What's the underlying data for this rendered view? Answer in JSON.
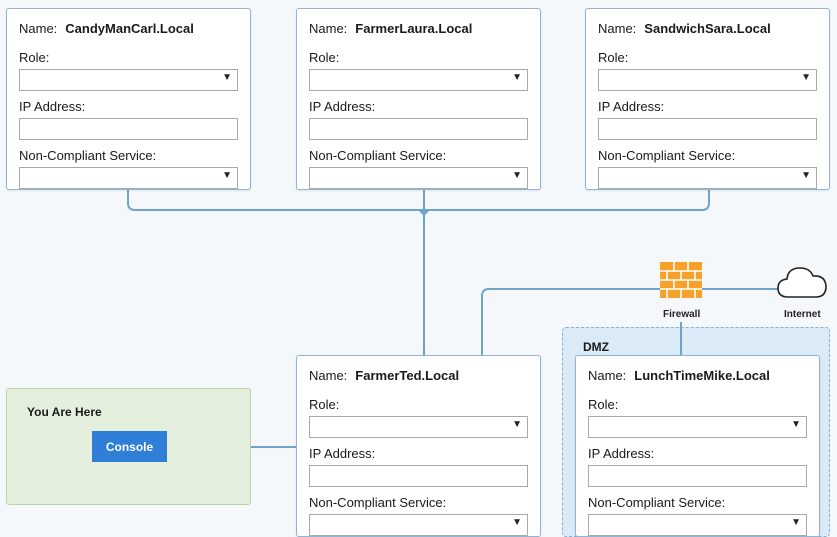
{
  "labels": {
    "name": "Name:",
    "role": "Role:",
    "ip": "IP Address:",
    "service": "Non-Compliant Service:"
  },
  "hosts": [
    {
      "name": "CandyManCarl.Local",
      "role": "",
      "ip": "",
      "service": ""
    },
    {
      "name": "FarmerLaura.Local",
      "role": "",
      "ip": "",
      "service": ""
    },
    {
      "name": "SandwichSara.Local",
      "role": "",
      "ip": "",
      "service": ""
    },
    {
      "name": "FarmerTed.Local",
      "role": "",
      "ip": "",
      "service": ""
    },
    {
      "name": "LunchTimeMike.Local",
      "role": "",
      "ip": "",
      "service": ""
    }
  ],
  "dmz": {
    "label": "DMZ"
  },
  "you_are_here": {
    "title": "You Are Here",
    "button": "Console"
  },
  "network": {
    "firewall": "Firewall",
    "internet": "Internet"
  },
  "icons": {
    "firewall": "firewall-icon",
    "internet": "cloud-icon"
  },
  "colors": {
    "wire": "#6ea3cc",
    "firewall": "#f5a12a",
    "button": "#2f7fd9",
    "dmz_bg": "#dbeaf7"
  }
}
